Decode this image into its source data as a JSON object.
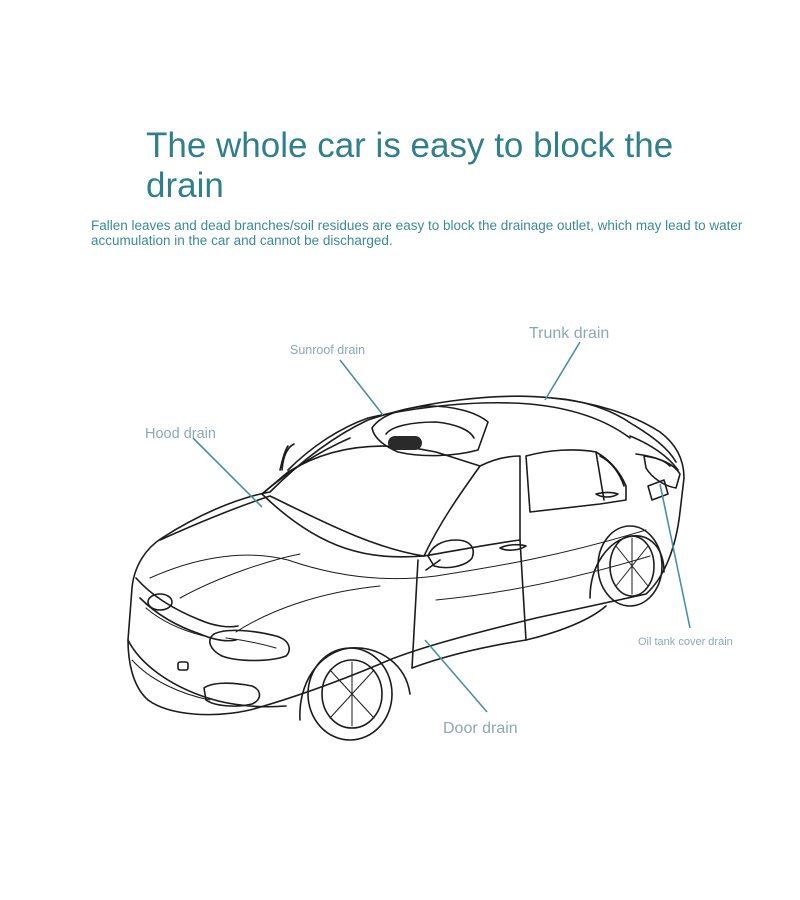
{
  "title": "The whole car is easy to block the drain",
  "subtitle": "Fallen leaves and dead branches/soil residues are easy to block the drainage outlet, which may lead to water accumulation in the car and cannot be discharged.",
  "illustration": {
    "subject": "car-outline-icon",
    "labels": {
      "trunk_drain": "Trunk drain",
      "sunroof_drain": "Sunroof drain",
      "hood_drain": "Hood drain",
      "oil_tank_cover_drain": "Oil tank cover drain",
      "door_drain": "Door drain"
    },
    "colors": {
      "title": "#2f7f8c",
      "label": "#8aa9b3",
      "leader_line": "#4a8fa6"
    }
  }
}
